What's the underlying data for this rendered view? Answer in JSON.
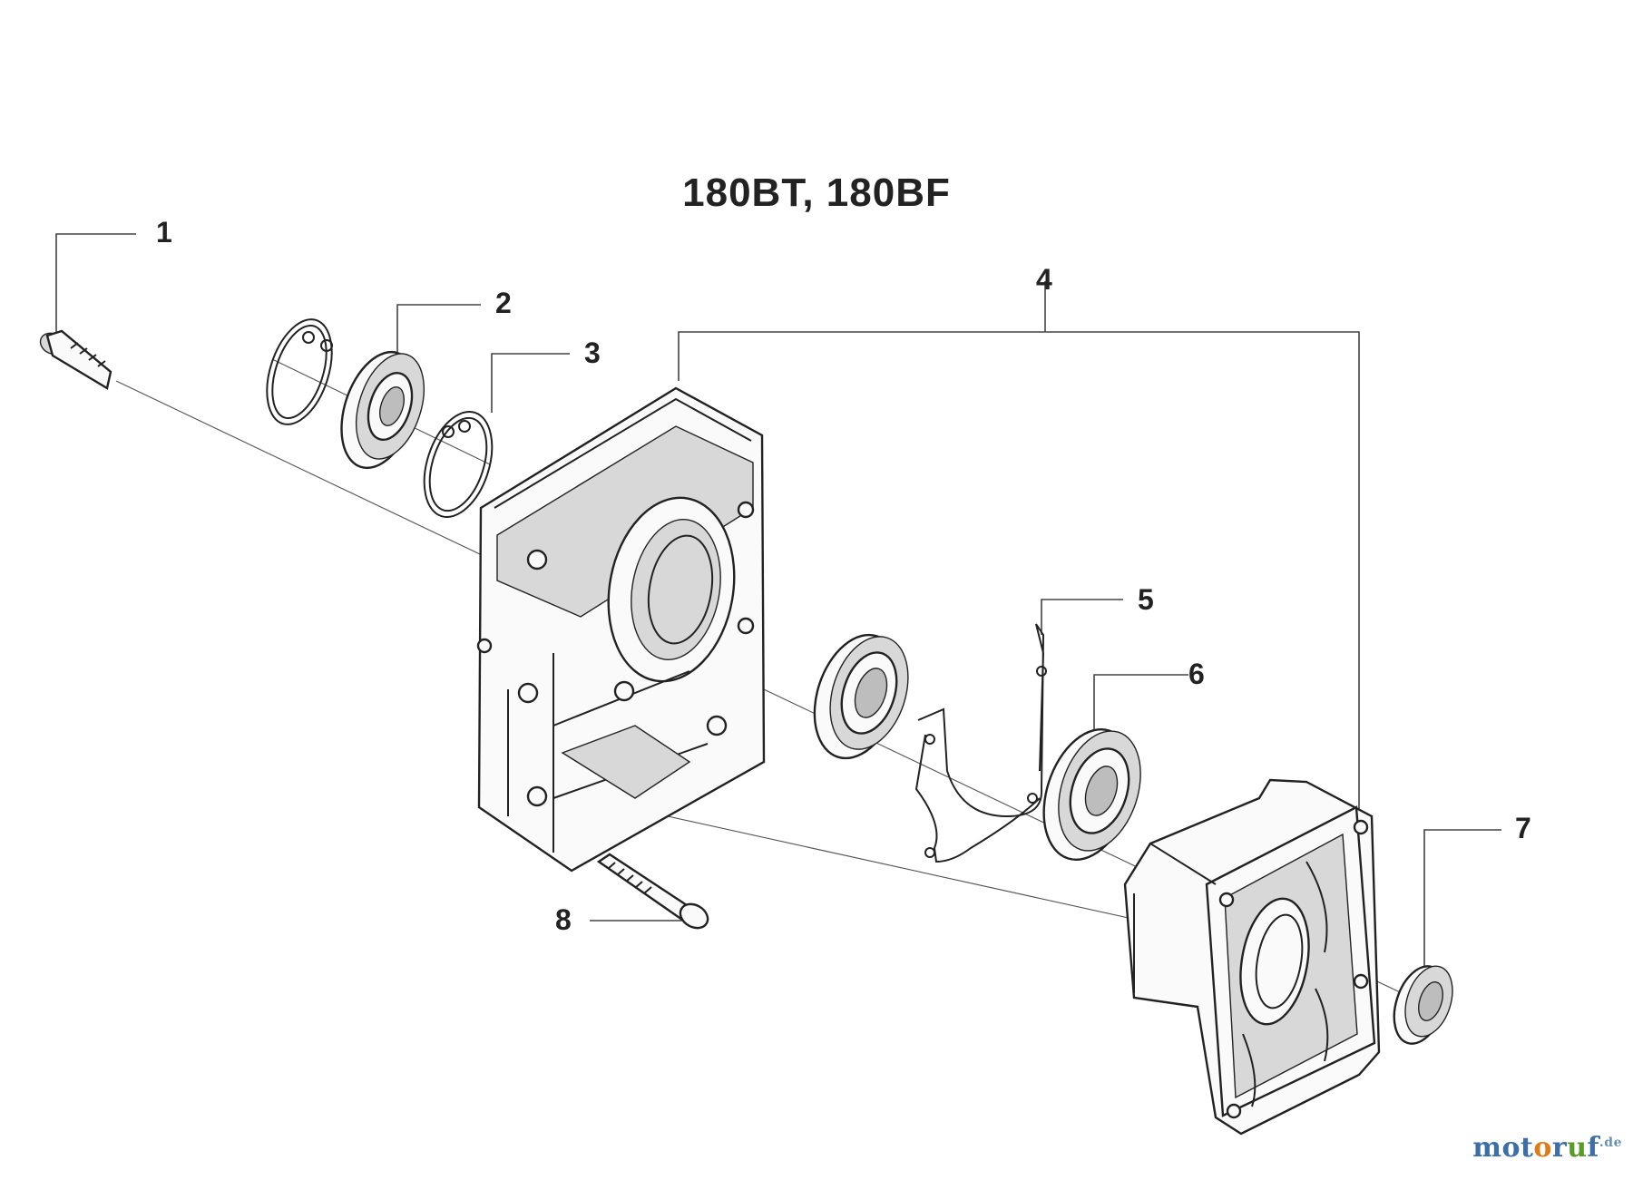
{
  "diagram": {
    "title": "180BT, 180BF",
    "callouts": [
      {
        "id": "1",
        "label": "1"
      },
      {
        "id": "2",
        "label": "2"
      },
      {
        "id": "3",
        "label": "3"
      },
      {
        "id": "4",
        "label": "4"
      },
      {
        "id": "5",
        "label": "5"
      },
      {
        "id": "6",
        "label": "6"
      },
      {
        "id": "7",
        "label": "7"
      },
      {
        "id": "8",
        "label": "8"
      }
    ]
  },
  "watermark": {
    "letters": [
      {
        "ch": "m",
        "color": "#3d6ea5"
      },
      {
        "ch": "o",
        "color": "#3d6ea5"
      },
      {
        "ch": "t",
        "color": "#3d6ea5"
      },
      {
        "ch": "o",
        "color": "#e07b1a"
      },
      {
        "ch": "r",
        "color": "#3d6ea5"
      },
      {
        "ch": "u",
        "color": "#5a9a2a"
      },
      {
        "ch": "f",
        "color": "#3d6ea5"
      }
    ],
    "suffix": ".de"
  }
}
